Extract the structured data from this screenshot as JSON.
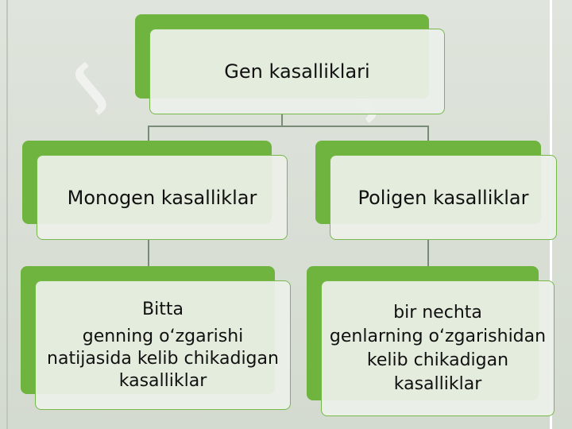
{
  "diagram": {
    "root": {
      "label": "Gen kasalliklari"
    },
    "left": {
      "label": "Monogen kasalliklar"
    },
    "right": {
      "label": "Poligen kasalliklar"
    },
    "left_desc": {
      "line1": "Bitta",
      "line2": "genning o‘zgarishi natijasida kelib chikadigan kasalliklar"
    },
    "right_desc": {
      "line1": "bir nechta",
      "line2": "genlarning o‘zgarishidan kelib chikadigan kasalliklar"
    }
  },
  "colors": {
    "accent": "#6fb43f",
    "box_fill": "#ecf0e9",
    "connector": "#7a8b78"
  }
}
